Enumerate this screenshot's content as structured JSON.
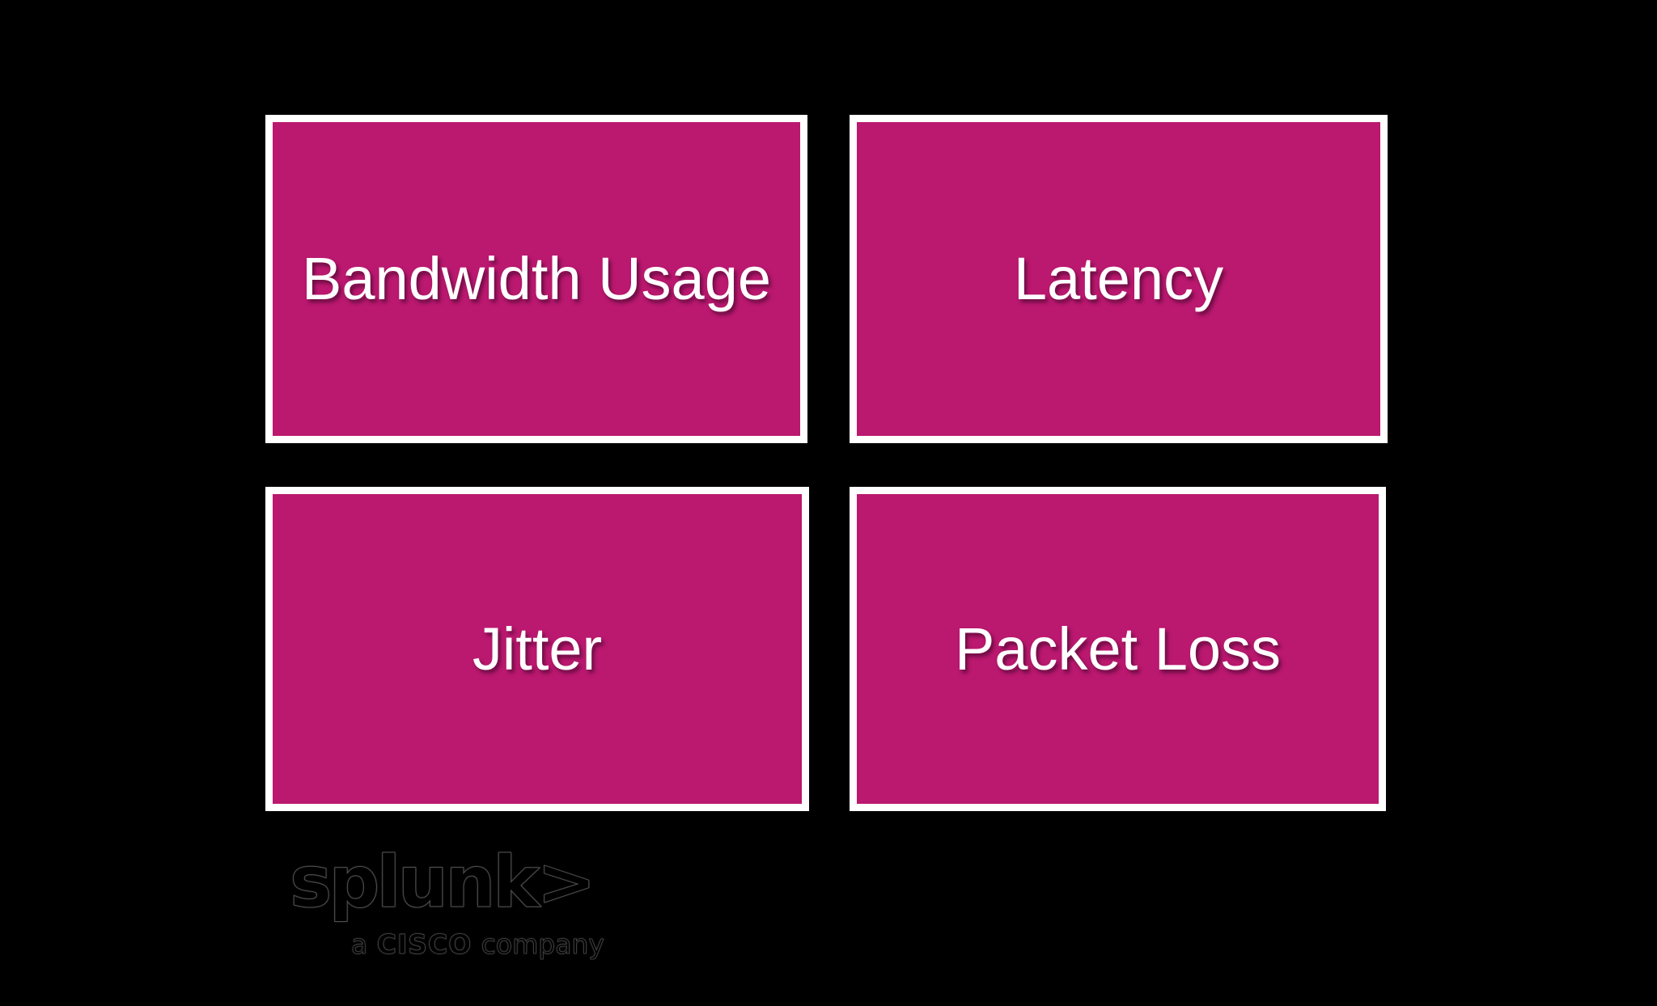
{
  "slide": {
    "background": "#000000"
  },
  "colors": {
    "slide_bg": "#000000",
    "box_fill": "#BB186F",
    "box_border": "#FFFFFF",
    "box_text": "#FFFFFF",
    "logo_text": "#000000"
  },
  "boxes": [
    {
      "id": "bandwidth-usage",
      "label": "Bandwidth Usage"
    },
    {
      "id": "latency",
      "label": "Latency"
    },
    {
      "id": "jitter",
      "label": "Jitter"
    },
    {
      "id": "packet-loss",
      "label": "Packet Loss"
    }
  ],
  "logo": {
    "wordmark": "splunk",
    "chevron": ">",
    "tagline_prefix": "a",
    "tagline_brand": "CISCO",
    "tagline_suffix": "company"
  }
}
